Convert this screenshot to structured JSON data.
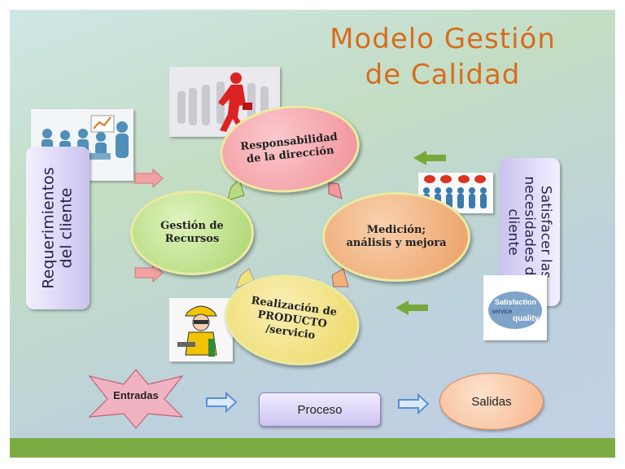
{
  "title": {
    "line1": "Modelo Gestión",
    "line2": "de Calidad"
  },
  "cycle": {
    "responsabilidad": [
      "Responsabilidad",
      "de la dirección"
    ],
    "recursos": [
      "Gestión de",
      "Recursos"
    ],
    "medicion": [
      "Medición;",
      "análisis y mejora"
    ],
    "realizacion": [
      "Realización de",
      "PRODUCTO",
      "/servicio"
    ]
  },
  "sides": {
    "left": [
      "Requerimientos",
      "del cliente"
    ],
    "right": [
      "Satisfacer las",
      "necesidades del",
      "cliente"
    ]
  },
  "flow": {
    "entradas": "Entradas",
    "proceso": "Proceso",
    "salidas": "Salidas"
  },
  "image_words": {
    "satisfaction": "Satisfaction",
    "service": "service",
    "quality": "quality"
  },
  "colors": {
    "title": "#d66d1e",
    "responsabilidad": "#f39a9f",
    "recursos": "#b9dc82",
    "medicion": "#f2b07a",
    "realizacion": "#f2e27a",
    "bottom_bar": "#7cab44",
    "pink_arrow": "#f2a2a2",
    "green_arrow": "#79a83a",
    "blue_arrow": "#6f9fdc"
  }
}
